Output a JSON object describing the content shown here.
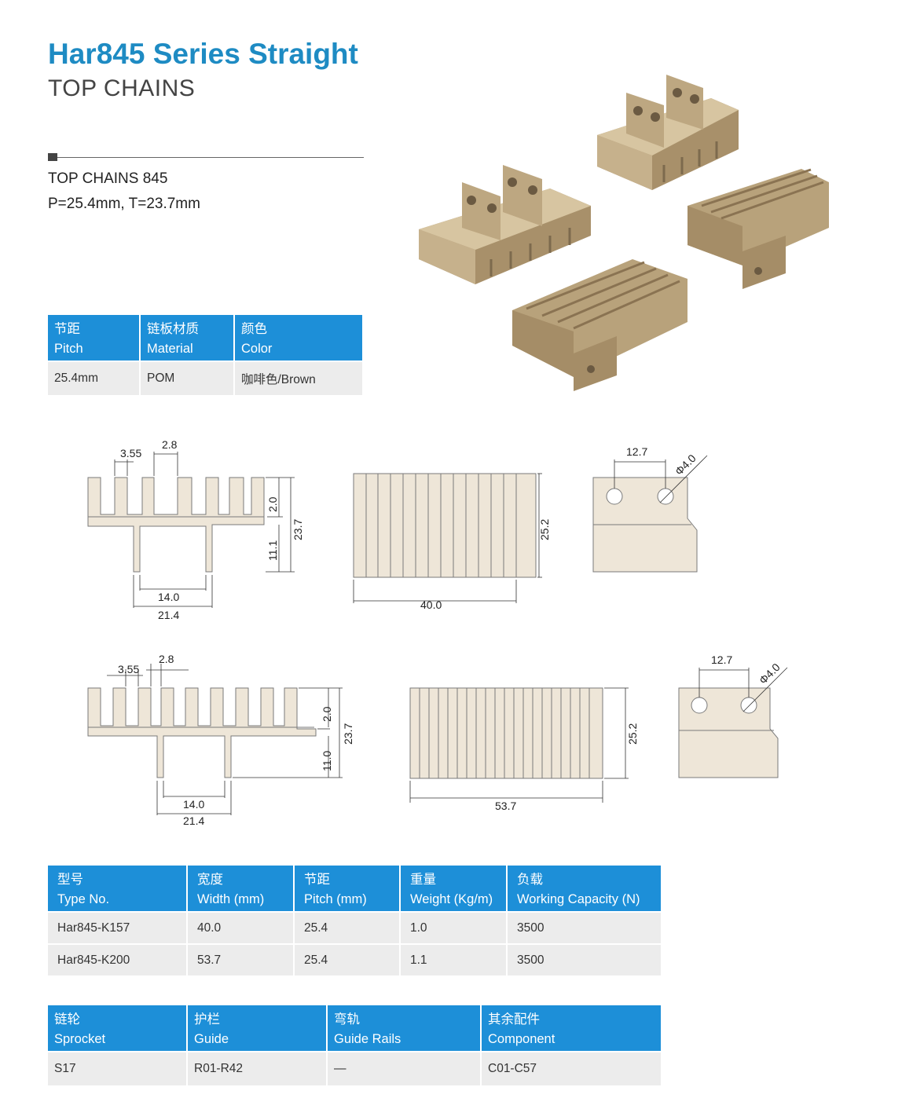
{
  "header": {
    "title": "Har845 Series Straight",
    "subtitle": "TOP CHAINS"
  },
  "specs": {
    "line1": "TOP CHAINS 845",
    "line2": "P=25.4mm, T=23.7mm"
  },
  "basic_table": {
    "headers": [
      {
        "cn": "节距",
        "en": "Pitch"
      },
      {
        "cn": "链板材质",
        "en": "Material"
      },
      {
        "cn": "颜色",
        "en": "Color"
      }
    ],
    "row": [
      "25.4mm",
      "POM",
      "咖啡色/Brown"
    ]
  },
  "drawing_k157": {
    "front": {
      "d1": "3.55",
      "d2": "2.8",
      "d3": "2.0",
      "d4": "23.7",
      "d5": "11.1",
      "d6": "14.0",
      "d7": "21.4"
    },
    "top": {
      "height": "25.2",
      "width": "40.0"
    },
    "side": {
      "spacing": "12.7",
      "hole": "Φ4.0"
    }
  },
  "drawing_k200": {
    "front": {
      "d1": "3.55",
      "d2": "2.8",
      "d3": "2.0",
      "d4": "23.7",
      "d5": "11.0",
      "d6": "14.0",
      "d7": "21.4"
    },
    "top": {
      "height": "25.2",
      "width": "53.7"
    },
    "side": {
      "spacing": "12.7",
      "hole": "Φ4.0"
    }
  },
  "type_table": {
    "headers": [
      {
        "cn": "型号",
        "en": "Type No."
      },
      {
        "cn": "宽度",
        "en": "Width (mm)"
      },
      {
        "cn": "节距",
        "en": "Pitch (mm)"
      },
      {
        "cn": "重量",
        "en": "Weight (Kg/m)"
      },
      {
        "cn": "负载",
        "en": "Working Capacity (N)"
      }
    ],
    "rows": [
      [
        "Har845-K157",
        "40.0",
        "25.4",
        "1.0",
        "3500"
      ],
      [
        "Har845-K200",
        "53.7",
        "25.4",
        "1.1",
        "3500"
      ]
    ]
  },
  "parts_table": {
    "headers": [
      {
        "cn": "链轮",
        "en": "Sprocket"
      },
      {
        "cn": "护栏",
        "en": "Guide"
      },
      {
        "cn": "弯轨",
        "en": "Guide Rails"
      },
      {
        "cn": "其余配件",
        "en": "Component"
      }
    ],
    "row": [
      "S17",
      "R01-R42",
      "—",
      "C01-C57"
    ]
  },
  "colors": {
    "accent": "#1e8bc3",
    "table_header": "#1d8fd8",
    "table_row": "#ececec",
    "drawing_fill": "#eee6d8",
    "product_tan": "#b29c76"
  }
}
